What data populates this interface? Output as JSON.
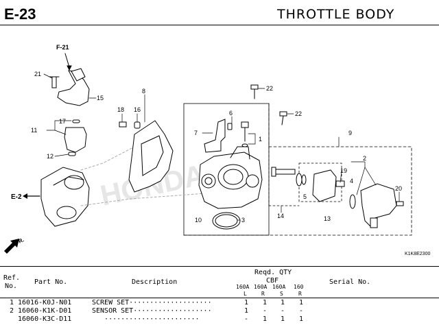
{
  "header": {
    "code": "E-23",
    "title": "THROTTLE  BODY"
  },
  "diagram": {
    "labels": {
      "f21": "F-21",
      "e2": "E-2",
      "fr": "FR.",
      "drawing_code": "K1K8E2300",
      "watermark": "HONDA",
      "n1": "1",
      "n2": "2",
      "n3": "3",
      "n4": "4",
      "n5": "5",
      "n6": "6",
      "n7": "7",
      "n8": "8",
      "n9": "9",
      "n10": "10",
      "n11": "11",
      "n12": "12",
      "n13": "13",
      "n14": "14",
      "n15": "15",
      "n16": "16",
      "n17": "17",
      "n18": "18",
      "n19": "19",
      "n20": "20",
      "n21": "21",
      "n22a": "22",
      "n22b": "22"
    }
  },
  "table": {
    "headers": {
      "ref": "Ref.",
      "no": "No.",
      "part_no": "Part No.",
      "description": "Description",
      "reqd_qty": "Reqd. QTY",
      "cbf": "CBF",
      "serial_no": "Serial No.",
      "cols": [
        {
          "top": "160A",
          "bottom": "L"
        },
        {
          "top": "160A",
          "bottom": "R"
        },
        {
          "top": "160A",
          "bottom": "S"
        },
        {
          "top": "160",
          "bottom": "R"
        }
      ]
    },
    "rows": [
      {
        "ref": "1",
        "part": "16016-K0J-N01",
        "desc": "SCREW SET····················",
        "q": [
          "1",
          "1",
          "1",
          "1"
        ]
      },
      {
        "ref": "2",
        "part": "16060-K1K-D01",
        "desc": "SENSOR SET···················",
        "q": [
          "1",
          "-",
          "-",
          "-"
        ]
      },
      {
        "ref": "",
        "part": "16060-K3C-D11",
        "desc": "   ·······················",
        "q": [
          "-",
          "1",
          "1",
          "1"
        ]
      }
    ]
  }
}
